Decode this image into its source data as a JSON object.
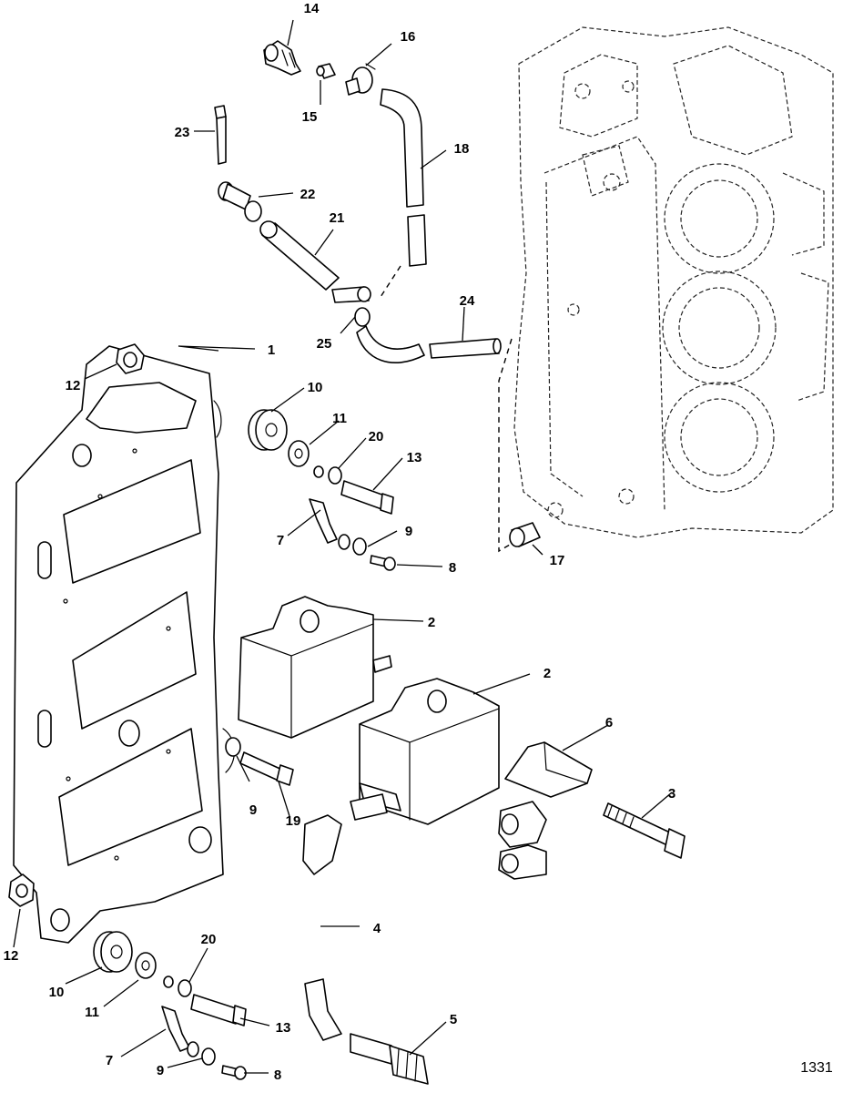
{
  "figure_number": "1331",
  "callouts": {
    "c1": "1",
    "c2a": "2",
    "c2b": "2",
    "c3": "3",
    "c4": "4",
    "c5": "5",
    "c6": "6",
    "c7a": "7",
    "c7b": "7",
    "c8a": "8",
    "c8b": "8",
    "c9a": "9",
    "c9b": "9",
    "c9c": "9",
    "c10a": "10",
    "c10b": "10",
    "c11a": "11",
    "c11b": "11",
    "c12a": "12",
    "c12b": "12",
    "c13a": "13",
    "c13b": "13",
    "c14": "14",
    "c15": "15",
    "c16": "16",
    "c17": "17",
    "c18": "18",
    "c19": "19",
    "c20a": "20",
    "c20b": "20",
    "c21": "21",
    "c22": "22",
    "c23": "23",
    "c24": "24",
    "c25": "25"
  }
}
